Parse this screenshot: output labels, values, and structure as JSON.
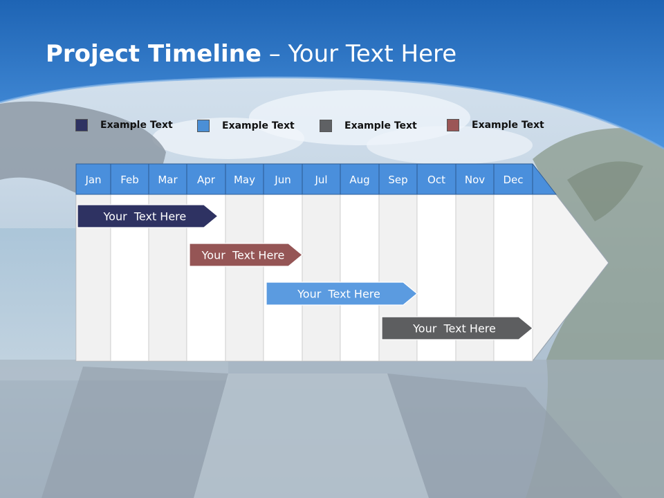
{
  "title": {
    "bold": "Project Timeline",
    "rest": " – Your Text Here"
  },
  "legend": [
    {
      "label": "Example Text",
      "color": "#2e3262"
    },
    {
      "label": "Example Text",
      "color": "#4b8fd6"
    },
    {
      "label": "Example Text",
      "color": "#5f6164"
    },
    {
      "label": "Example Text",
      "color": "#9b5656"
    }
  ],
  "months": [
    "Jan",
    "Feb",
    "Mar",
    "Apr",
    "May",
    "Jun",
    "Jul",
    "Aug",
    "Sep",
    "Oct",
    "Nov",
    "Dec"
  ],
  "tasks": [
    {
      "label": "Your  Text Here",
      "start_month": 0,
      "end_month": 3.8,
      "color": "#2e3262"
    },
    {
      "label": "Your  Text Here",
      "start_month": 3.0,
      "end_month": 6.0,
      "color": "#955555"
    },
    {
      "label": "Your  Text Here",
      "start_month": 5.0,
      "end_month": 9.0,
      "color": "#5b9be0"
    },
    {
      "label": "Your  Text Here",
      "start_month": 8.0,
      "end_month": 12.0,
      "color": "#5d5e60"
    }
  ],
  "colors": {
    "header": "#4a8fdc",
    "sky_top": "#1d63b3",
    "sky_mid": "#4a90dc"
  }
}
